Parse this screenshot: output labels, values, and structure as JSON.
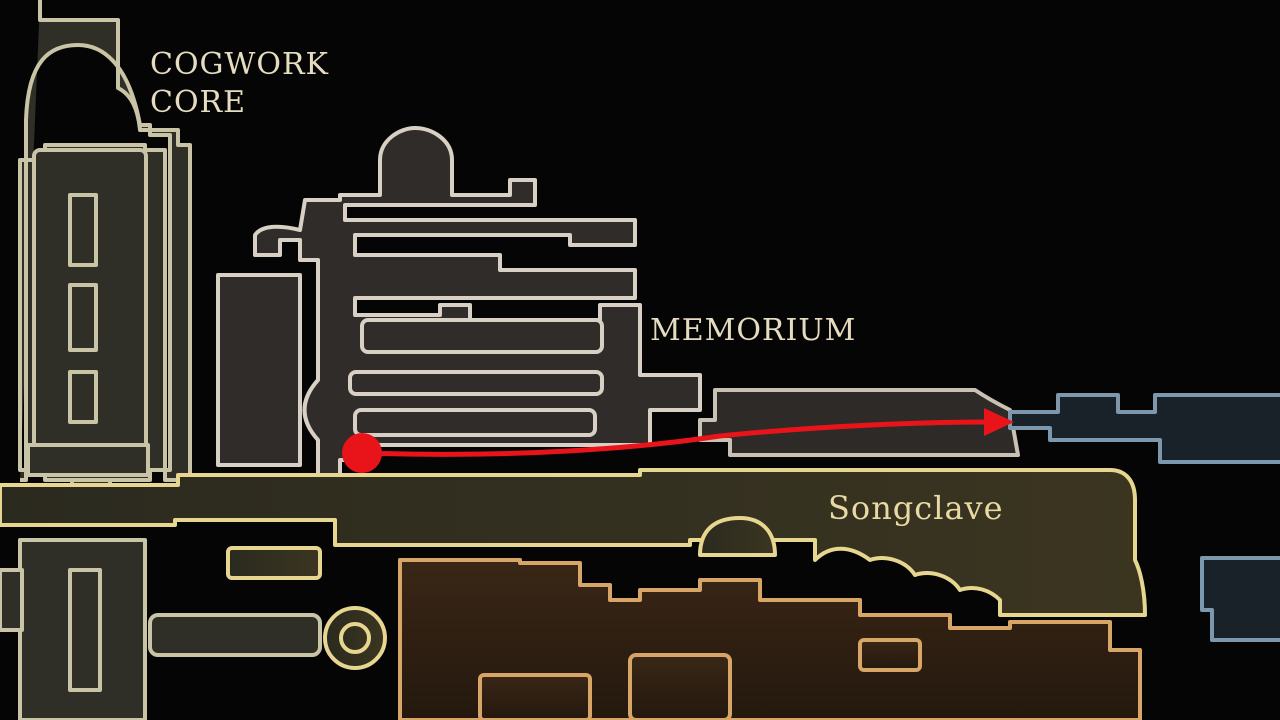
{
  "map": {
    "regions": [
      {
        "id": "cogwork-core",
        "label_lines": [
          "COGWORK",
          "CORE"
        ]
      },
      {
        "id": "memorium",
        "label": "MEMORIUM"
      },
      {
        "id": "songclave",
        "label": "Songclave"
      }
    ],
    "route": {
      "start_marker": "red-dot",
      "arrow_direction": "east",
      "color": "#e8141a"
    },
    "colors": {
      "background": "#050505",
      "cogwork_fill": "#2f2e27",
      "cogwork_outline": "#c9c4a6",
      "memorium_fill": "#302c2a",
      "memorium_outline": "#d8d0c4",
      "songclave_fill": "#35301d",
      "songclave_outline": "#e6d690",
      "lower_fill": "#2e1f12",
      "lower_outline": "#d7a566",
      "blue_fill": "#1a2229",
      "blue_outline": "#7d97ad"
    }
  }
}
